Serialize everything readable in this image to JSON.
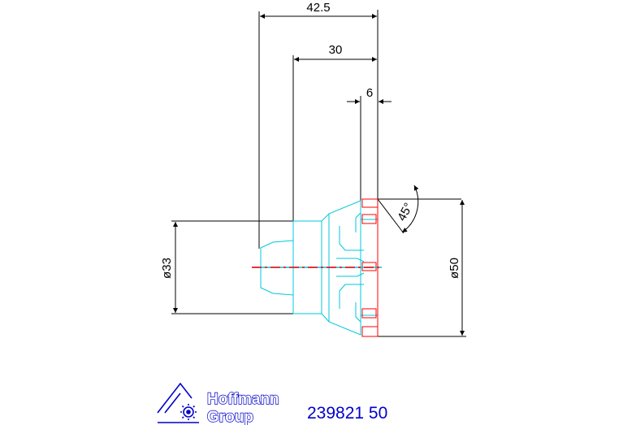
{
  "dimensions": {
    "overall_length": "42.5",
    "shank_length": "30",
    "face_depth": "6",
    "chamfer_angle": "45°",
    "shank_diameter": "ø33",
    "cutter_diameter": "ø50"
  },
  "logo": {
    "line1": "Hoffmann",
    "line2": "Group"
  },
  "part_number": "239821 50",
  "colors": {
    "dimension": "#000000",
    "body": "#00c8dc",
    "insert": "#ff0000",
    "logo": "#0000cc"
  }
}
